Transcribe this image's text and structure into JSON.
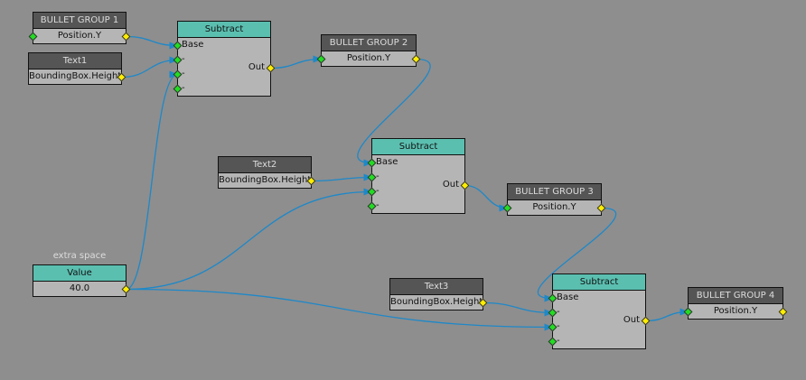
{
  "colors": {
    "background": "#8e8e8e",
    "wire": "#1e88c8",
    "header_ref": "#555555",
    "header_op": "#5bbfb0",
    "input_port": "#22dd22",
    "output_port": "#ffee00"
  },
  "nodes": {
    "bg1": {
      "title": "BULLET GROUP 1",
      "port": "Position.Y"
    },
    "text1": {
      "title": "Text1",
      "port": "BoundingBox.Height"
    },
    "sub1": {
      "title": "Subtract",
      "inputs": [
        "Base",
        "-",
        "-",
        "-"
      ],
      "output": "Out"
    },
    "bg2": {
      "title": "BULLET GROUP 2",
      "port": "Position.Y"
    },
    "text2": {
      "title": "Text2",
      "port": "BoundingBox.Height"
    },
    "sub2": {
      "title": "Subtract",
      "inputs": [
        "Base",
        "-",
        "-",
        "-"
      ],
      "output": "Out"
    },
    "bg3": {
      "title": "BULLET GROUP 3",
      "port": "Position.Y"
    },
    "value": {
      "label": "extra space",
      "title": "Value",
      "port": "40.0"
    },
    "text3": {
      "title": "Text3",
      "port": "BoundingBox.Height"
    },
    "sub3": {
      "title": "Subtract",
      "inputs": [
        "Base",
        "-",
        "-",
        "-"
      ],
      "output": "Out"
    },
    "bg4": {
      "title": "BULLET GROUP 4",
      "port": "Position.Y"
    }
  },
  "connections": [
    [
      "bg1-out",
      "sub1-in0"
    ],
    [
      "text1-out",
      "sub1-in1"
    ],
    [
      "value-out",
      "sub1-in2"
    ],
    [
      "sub1-out",
      "bg2-in"
    ],
    [
      "bg2-out",
      "sub2-in0"
    ],
    [
      "text2-out",
      "sub2-in1"
    ],
    [
      "value-out",
      "sub2-in2"
    ],
    [
      "sub2-out",
      "bg3-in"
    ],
    [
      "bg3-out",
      "sub3-in0"
    ],
    [
      "text3-out",
      "sub3-in1"
    ],
    [
      "value-out",
      "sub3-in2"
    ],
    [
      "sub3-out",
      "bg4-in"
    ]
  ]
}
